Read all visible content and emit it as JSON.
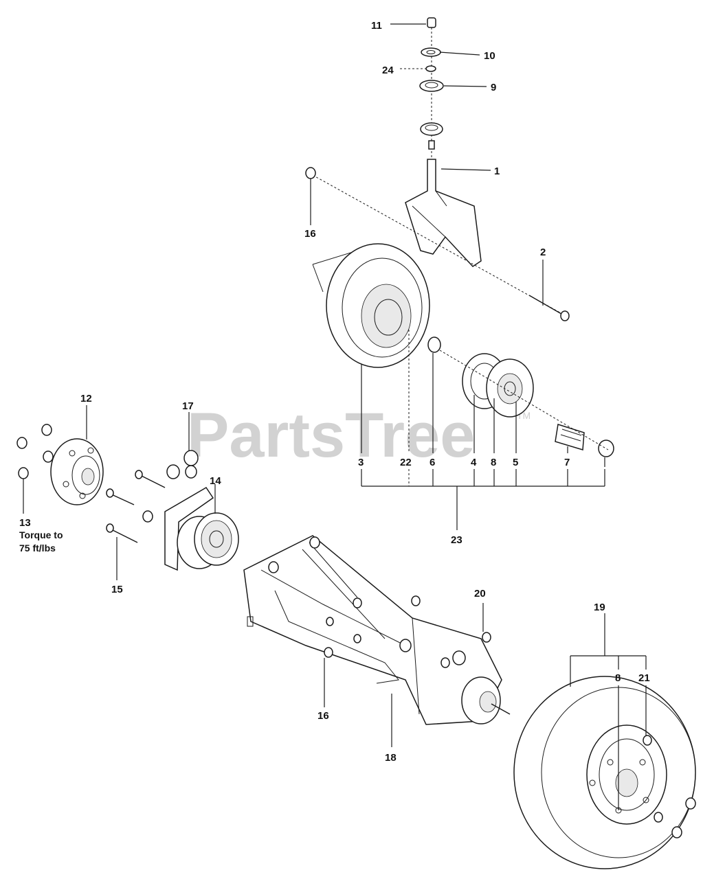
{
  "watermark": {
    "brand": "PartsTree",
    "trademark": "TM"
  },
  "callouts": {
    "c11": "11",
    "c10": "10",
    "c24": "24",
    "c9": "9",
    "c1": "1",
    "c16_top": "16",
    "c2": "2",
    "c3": "3",
    "c22": "22",
    "c6": "6",
    "c4": "4",
    "c8_front": "8",
    "c5": "5",
    "c7": "7",
    "c23": "23",
    "c12": "12",
    "c17": "17",
    "c14": "14",
    "c13": "13",
    "c15": "15",
    "c20": "20",
    "c19": "19",
    "c8_rear": "8",
    "c21": "21",
    "c16_bottom": "16",
    "c18": "18"
  },
  "torque_note": {
    "line1": "Torque to",
    "line2": "75 ft/lbs"
  }
}
